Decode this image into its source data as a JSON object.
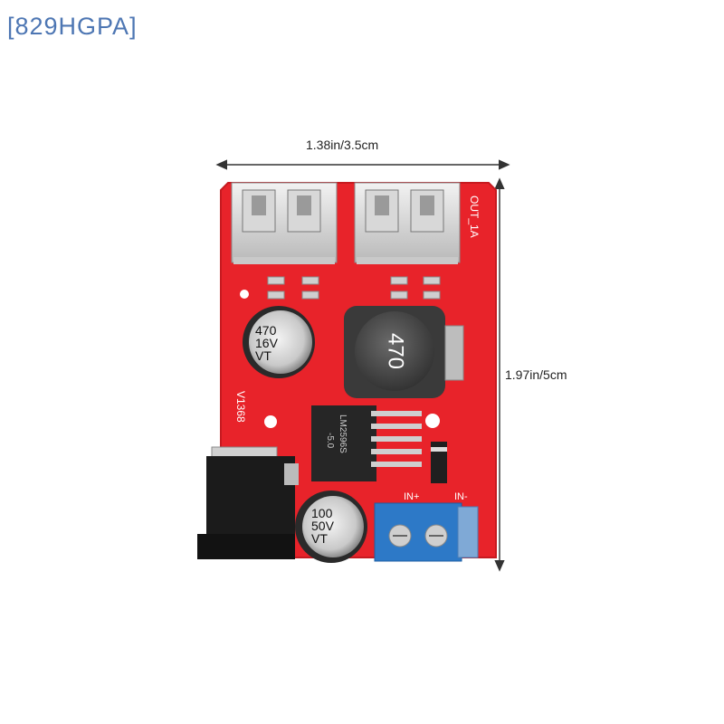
{
  "watermark": "[829HGPA]",
  "dimensions": {
    "width_label": "1.38in/3.5cm",
    "height_label": "1.97in/5cm"
  },
  "board": {
    "color": "#e8232a",
    "inductor_label": "470",
    "cap1_lines": [
      "470",
      "16V",
      "VT"
    ],
    "cap2_lines": [
      "100",
      "50V",
      "VT"
    ],
    "chip_lines": [
      "LM2596S",
      "-5.0"
    ],
    "version": "V1368",
    "out_label": "OUT_1A",
    "in_plus": "IN+",
    "in_minus": "IN-"
  }
}
